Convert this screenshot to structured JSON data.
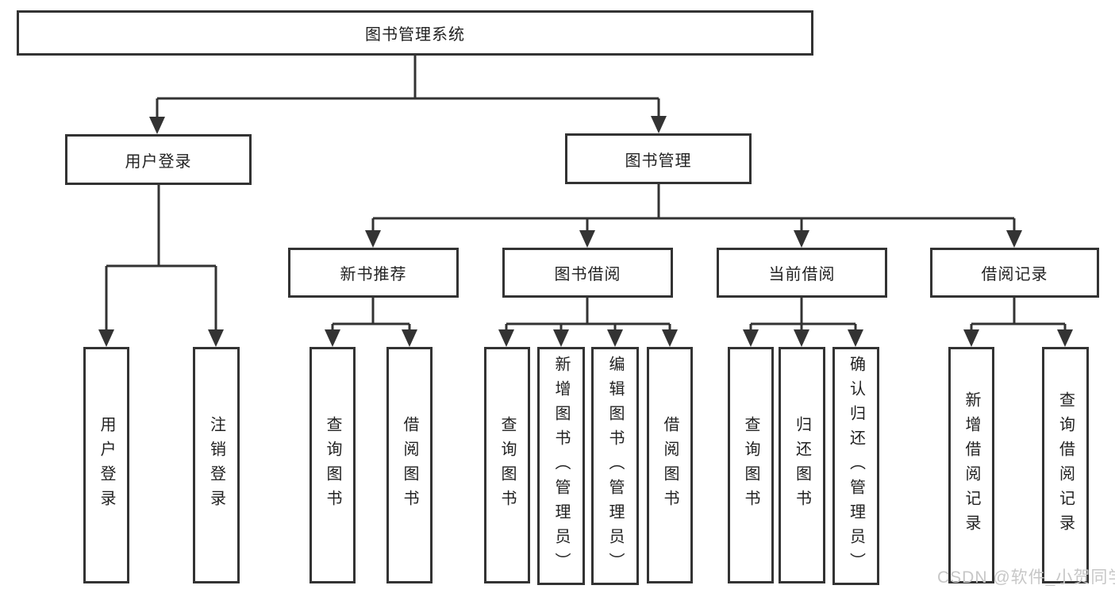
{
  "tree": {
    "label": "图书管理系统",
    "children": [
      {
        "label": "用户登录",
        "children": [
          {
            "label": "用户登录"
          },
          {
            "label": "注销登录"
          }
        ]
      },
      {
        "label": "图书管理",
        "children": [
          {
            "label": "新书推荐",
            "children": [
              {
                "label": "查询图书"
              },
              {
                "label": "借阅图书"
              }
            ]
          },
          {
            "label": "图书借阅",
            "children": [
              {
                "label": "查询图书"
              },
              {
                "label": "新增图书（管理员）"
              },
              {
                "label": "编辑图书（管理员）"
              },
              {
                "label": "借阅图书"
              }
            ]
          },
          {
            "label": "当前借阅",
            "children": [
              {
                "label": "查询图书"
              },
              {
                "label": "归还图书"
              },
              {
                "label": "确认归还（管理员）"
              }
            ]
          },
          {
            "label": "借阅记录",
            "children": [
              {
                "label": "新增借阅记录"
              },
              {
                "label": "查询借阅记录"
              }
            ]
          }
        ]
      }
    ]
  },
  "watermark": {
    "text": "CSDN @软件_小贺同学"
  },
  "colors": {
    "line": "#333333",
    "text": "#222222",
    "watermark": "#c7c7c7",
    "background": "#ffffff"
  }
}
